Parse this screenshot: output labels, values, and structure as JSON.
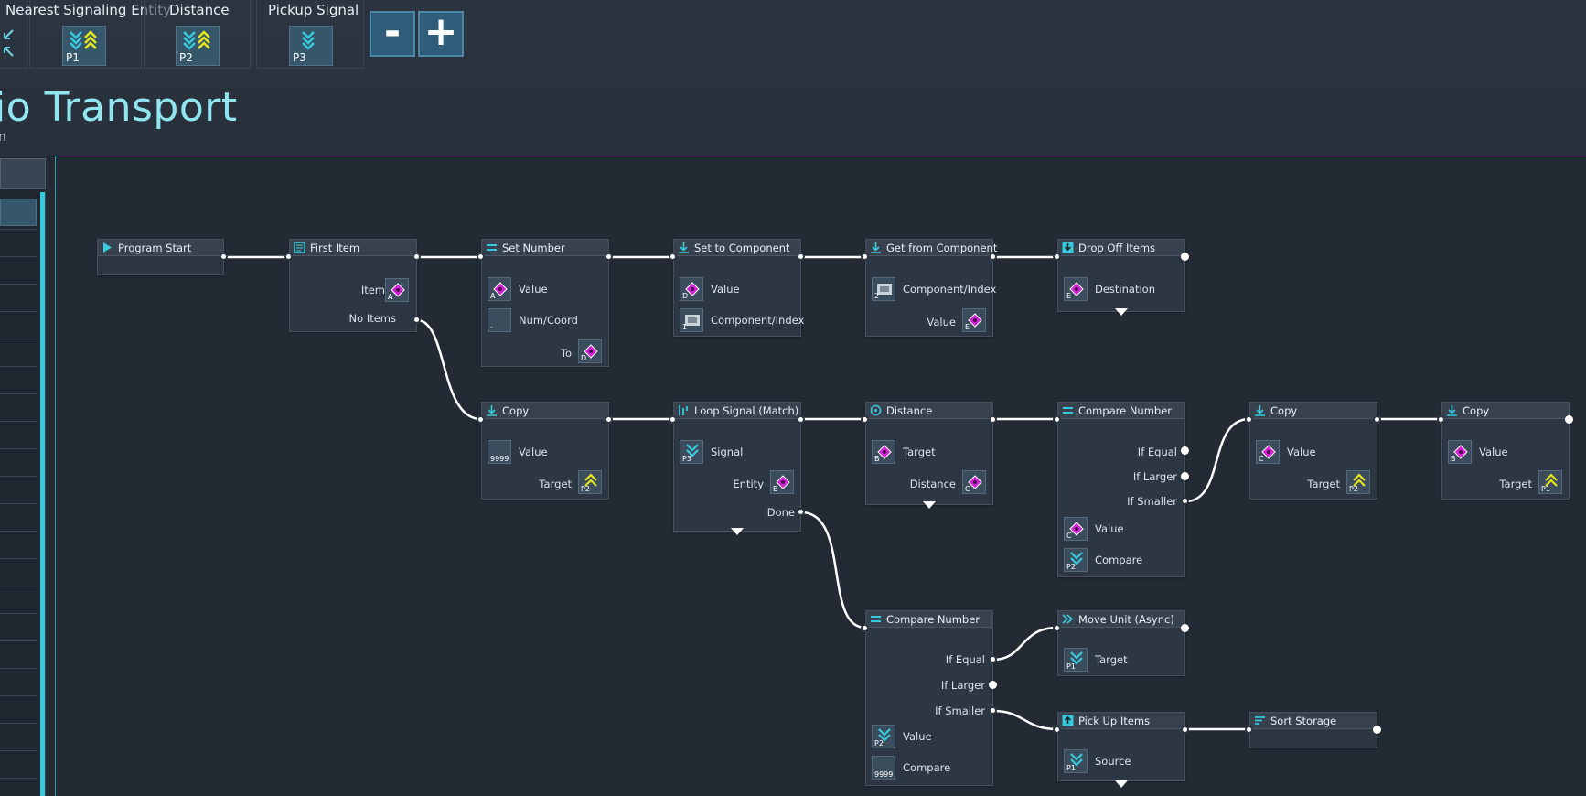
{
  "toolbar": {
    "groups": [
      {
        "title": "Nearest Signaling Entity",
        "tile_label": "P1"
      },
      {
        "title": "Distance",
        "tile_label": "P2"
      },
      {
        "title": "Pickup Signal",
        "tile_label": "P3"
      }
    ],
    "zoom_out_label": "-",
    "zoom_in_label": "+"
  },
  "program": {
    "title": "io Transport",
    "subtitle": "n"
  },
  "nodes": {
    "program_start": {
      "title": "Program Start"
    },
    "first_item": {
      "title": "First Item",
      "item": "Item",
      "item_reg": "A",
      "no_items": "No Items"
    },
    "set_number": {
      "title": "Set Number",
      "value": "Value",
      "value_reg": "A",
      "numcoord": "Num/Coord",
      "numcoord_reg": "-",
      "to": "To",
      "to_reg": "D"
    },
    "set_component": {
      "title": "Set to Component",
      "value": "Value",
      "value_reg": "D",
      "comp": "Component/Index",
      "comp_reg": "1"
    },
    "get_component": {
      "title": "Get from Component",
      "comp": "Component/Index",
      "comp_reg": "2",
      "value": "Value",
      "value_reg": "E"
    },
    "drop_off": {
      "title": "Drop Off Items",
      "dest": "Destination",
      "dest_reg": "E"
    },
    "copy1": {
      "title": "Copy",
      "value": "Value",
      "value_reg": "9999",
      "target": "Target",
      "target_reg": "P2"
    },
    "loop_signal": {
      "title": "Loop Signal (Match)",
      "signal": "Signal",
      "signal_reg": "P3",
      "entity": "Entity",
      "entity_reg": "B",
      "done": "Done"
    },
    "distance": {
      "title": "Distance",
      "target": "Target",
      "target_reg": "B",
      "distance": "Distance",
      "distance_reg": "C"
    },
    "compare1": {
      "title": "Compare Number",
      "if_equal": "If Equal",
      "if_larger": "If Larger",
      "if_smaller": "If Smaller",
      "value": "Value",
      "value_reg": "C",
      "compare": "Compare",
      "compare_reg": "P2"
    },
    "copy2": {
      "title": "Copy",
      "value": "Value",
      "value_reg": "C",
      "target": "Target",
      "target_reg": "P2"
    },
    "copy3": {
      "title": "Copy",
      "value": "Value",
      "value_reg": "B",
      "target": "Target",
      "target_reg": "P1"
    },
    "compare2": {
      "title": "Compare Number",
      "if_equal": "If Equal",
      "if_larger": "If Larger",
      "if_smaller": "If Smaller",
      "value": "Value",
      "value_reg": "P2",
      "compare": "Compare",
      "compare_reg": "9999"
    },
    "move_unit": {
      "title": "Move Unit (Async)",
      "target": "Target",
      "target_reg": "P1"
    },
    "pick_up": {
      "title": "Pick Up Items",
      "source": "Source",
      "source_reg": "P1"
    },
    "sort_storage": {
      "title": "Sort Storage"
    }
  },
  "colors": {
    "accent_cyan": "#37c9dc",
    "title_cyan": "#8fe6f0",
    "tile_blue": "#36566a",
    "register_magenta": "#d21fd6",
    "signal_yellow": "#e6e61e",
    "wire": "#ffffff"
  }
}
